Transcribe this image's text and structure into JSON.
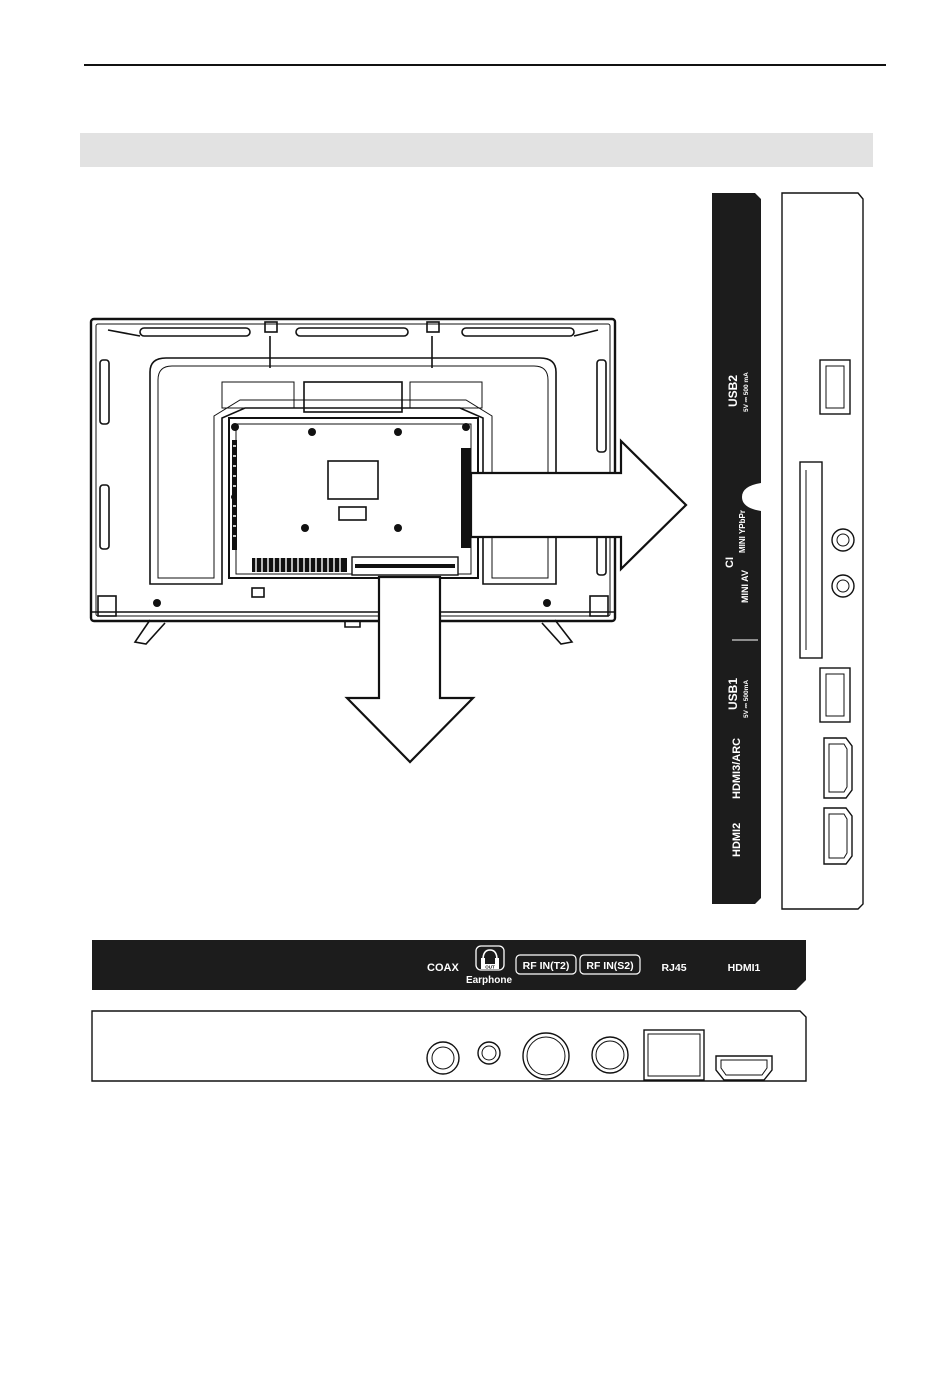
{
  "side_panel": {
    "usb2": "USB2",
    "usb2_rating": "5V ⎓ 500 mA",
    "ci": "CI",
    "mini_ypbpr": "MINI YPbPr",
    "mini_av": "MINI AV",
    "usb1": "USB1",
    "usb1_rating": "5V ⎓ 500mA",
    "hdmi3_arc": "HDMI3/ARC",
    "hdmi2": "HDMI2"
  },
  "bottom_panel": {
    "coax": "COAX",
    "earphone_out": "OUT",
    "earphone": "Earphone",
    "rf_in_t2": "RF IN(T2)",
    "rf_in_s2": "RF IN(S2)",
    "rj45": "RJ45",
    "hdmi1": "HDMI1"
  }
}
